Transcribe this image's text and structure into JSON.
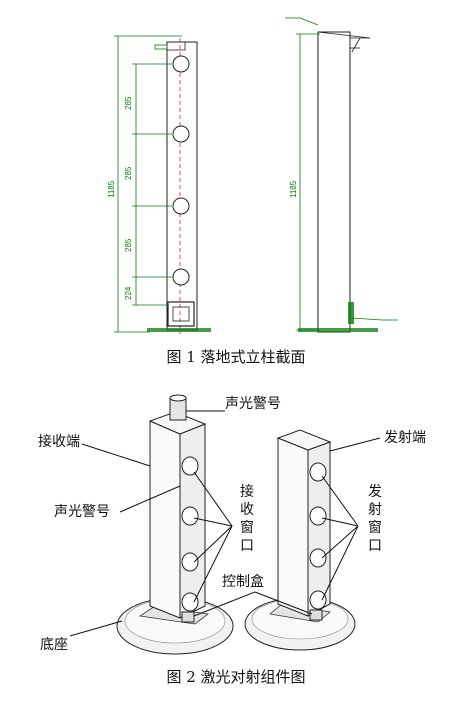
{
  "figure1": {
    "caption": "图 1 落地式立柱截面",
    "dims_left": {
      "total": "1185",
      "spacing": [
        "285",
        "285",
        "285",
        "224"
      ]
    },
    "dims_right": {
      "total": "1185"
    }
  },
  "figure2": {
    "caption": "图 2 激光对射组件图",
    "labels": {
      "alarm_top": "声光警号",
      "receiver_end": "接收端",
      "alarm_side": "声光警号",
      "receive_window": [
        "接",
        "收",
        "窗",
        "口"
      ],
      "emitter_end": "发射端",
      "emit_window": [
        "发",
        "射",
        "窗",
        "口"
      ],
      "control_box": "控制盒",
      "base": "底座"
    }
  },
  "colors": {
    "dimension": "#0a7d0a",
    "centerline": "#d22",
    "outline": "#222"
  }
}
